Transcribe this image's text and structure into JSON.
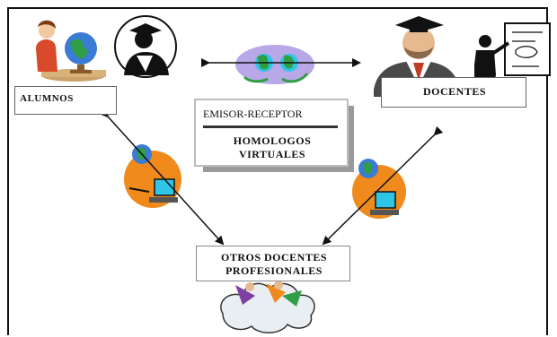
{
  "diagram": {
    "nodes": {
      "alumnos": "ALUMNOS",
      "docentes": "DOCENTES",
      "emisor_receptor": "EMISOR-RECEPTOR",
      "homologos_line1": "HOMOLOGOS",
      "homologos_line2": "VIRTUALES",
      "otros_line1": "OTROS DOCENTES",
      "otros_line2": "PROFESIONALES"
    },
    "colors": {
      "orange": "#f08a1c",
      "globe_blue": "#3a7bd5",
      "globe_green": "#2f9e44",
      "lavender": "#b8a8e8",
      "cyan": "#2ec5e6"
    },
    "icons": [
      "student-with-globe-icon",
      "graduate-silhouette-icon",
      "globe-exchange-icon",
      "professor-icon",
      "teacher-at-board-icon",
      "computer-globe-left-icon",
      "computer-globe-right-icon",
      "cloud-people-icon"
    ]
  }
}
